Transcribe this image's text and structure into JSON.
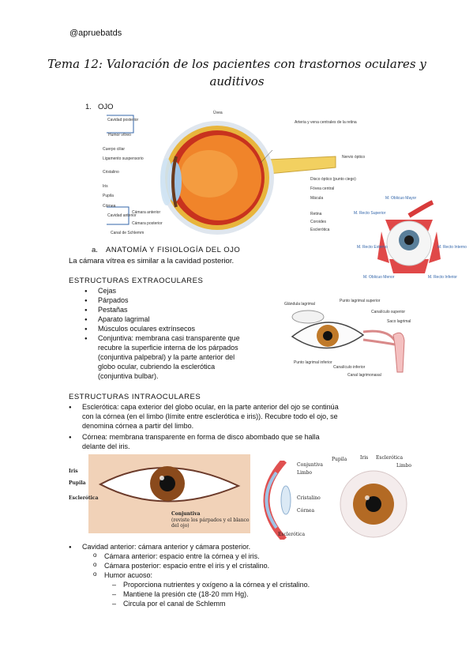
{
  "header": {
    "handle": "@apruebatds"
  },
  "title": "Tema 12: Valoración de los pacientes con trastornos oculares y auditivos",
  "section1": {
    "number": "1.",
    "label": "OJO"
  },
  "eye_diagram": {
    "labels_left": [
      "Cavidad posterior",
      "Humor vítreo",
      "Cuerpo ciliar",
      "Ligamento suspensorio",
      "Cristalino",
      "Iris",
      "Pupila",
      "Córnea",
      "Cavidad anterior",
      "Cámara anterior",
      "Cámara posterior",
      "Canal de Schlemm"
    ],
    "labels_top": [
      "Úvea",
      "Arteria y vena centrales de la retina"
    ],
    "labels_right": [
      "Nervio óptico",
      "Disco óptico (punto ciego)",
      "Fóvea central",
      "Mácula",
      "Retina",
      "Coroides",
      "Esclerótica"
    ]
  },
  "muscle_diagram": {
    "labels": [
      "M. Oblicuo Mayor",
      "M. Recto Superior",
      "M. Recto Externo",
      "M. Recto Interno",
      "M. Oblicuo Menor",
      "M. Recto Inferior"
    ]
  },
  "subsection_a": {
    "marker": "a.",
    "heading": "ANATOMÍA Y FISIOLOGÍA DEL OJO"
  },
  "intro_text": "La cámara vítrea es similar a la cavidad posterior.",
  "extra": {
    "heading": "ESTRUCTURAS EXTRAOCULARES",
    "items": [
      "Cejas",
      "Párpados",
      "Pestañas",
      "Aparato lagrimal",
      "Músculos oculares extrínsecos"
    ],
    "conjuntiva_lines": [
      "Conjuntiva: membrana casi transparente que",
      "recubre la superficie interna de los párpados",
      "(conjuntiva palpebral) y la parte anterior del",
      "globo ocular, cubriendo la esclerótica",
      "(conjuntiva bulbar)."
    ]
  },
  "lacrimal_diagram": {
    "labels": [
      "Glándula lagrimal",
      "Punto lagrimal superior",
      "Canalículo superior",
      "Saco lagrimal",
      "Punto lagrimal inferior",
      "Canalículo inferior",
      "Canal lagrimonasal"
    ]
  },
  "intra": {
    "heading": "ESTRUCTURAS INTRAOCULARES",
    "esclerotica_lines": [
      "Esclerótica: capa exterior del globo ocular, en la parte anterior del ojo se continúa",
      "con la córnea (en el limbo (límite entre esclerótica e iris)). Recubre todo el ojo, se",
      "denomina córnea a partir del limbo."
    ],
    "cornea_lines": [
      "Córnea: membrana transparente en forma de disco abombado que se halla",
      "delante del iris."
    ]
  },
  "eye_photo_labels": {
    "iris": "Iris",
    "pupila": "Pupila",
    "esclerotica": "Esclerótica",
    "conjuntiva": "Conjuntiva",
    "conjuntiva_note": "(reviste los párpados y el blanco del ojo)"
  },
  "cornea_diagram": {
    "labels": [
      "Conjuntiva",
      "Limbo",
      "Cristalino",
      "Córnea",
      "Esclerótica"
    ]
  },
  "iris_diagram": {
    "labels": [
      "Pupila",
      "Iris",
      "Esclerótica",
      "Limbo"
    ]
  },
  "cavidad": {
    "main": "Cavidad anterior: cámara anterior y cámara posterior.",
    "sub": [
      "Cámara anterior: espacio entre la córnea y el iris.",
      "Cámara posterior: espacio entre el iris y el cristalino.",
      "Humor acuoso:"
    ],
    "dash": [
      "Proporciona nutrientes y oxígeno a la córnea y el cristalino.",
      "Mantiene la presión cte (18-20 mm Hg).",
      "Circula por el canal de Schlemm"
    ]
  }
}
